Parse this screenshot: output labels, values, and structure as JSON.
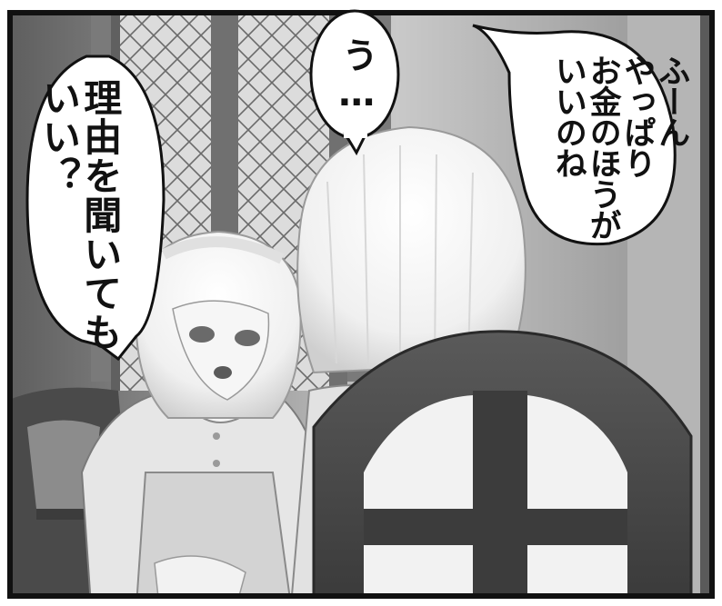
{
  "bubbles": {
    "left": {
      "text": "理由を聞いても\nいい？"
    },
    "middle": {
      "text": "う…"
    },
    "right": {
      "text": "ふーん\nやっぱり\nお金のほうが\nいいのね"
    }
  },
  "colors": {
    "ink": "#111111",
    "paper": "#ffffff",
    "shadow": "#4a4a4a",
    "window": "#d8d8d8"
  }
}
